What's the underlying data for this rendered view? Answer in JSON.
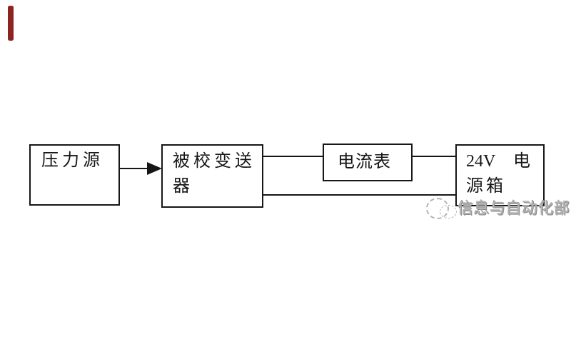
{
  "accent_bar": {
    "color": "#8e2422"
  },
  "diagram": {
    "border_color": "#161616",
    "line_color": "#161616",
    "boxes": {
      "pressure_source": {
        "label": "压力源"
      },
      "transmitter": {
        "line1": "被校变送",
        "line2": "器"
      },
      "ammeter": {
        "label": "电流表"
      },
      "power_supply": {
        "line1_left": "24V",
        "line1_right": "电",
        "line2": "源箱"
      }
    }
  },
  "watermark": {
    "text": "信息与自动化部",
    "color": "#b3b3b3"
  }
}
